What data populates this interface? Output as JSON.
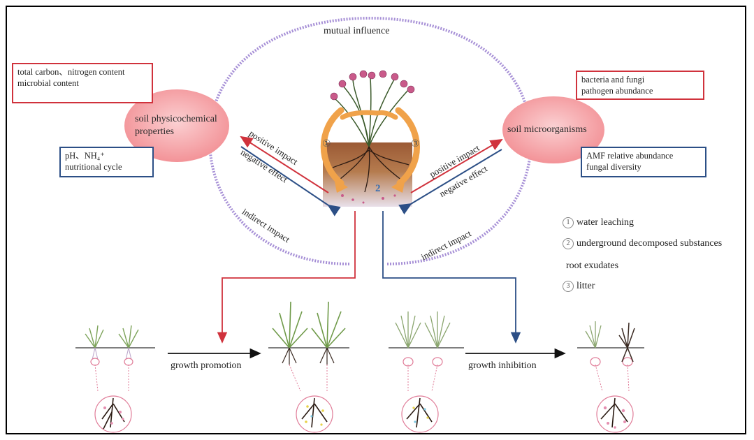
{
  "mutual_influence": "mutual influence",
  "left_node": {
    "label_line1": "soil physicochemical",
    "label_line2": "properties",
    "top_box": [
      "total carbon、nitrogen content",
      "microbial content"
    ],
    "bottom_box": [
      "pH、NH₄⁺",
      "nutritional cycle"
    ]
  },
  "right_node": {
    "label": "soil microorganisms",
    "top_box": [
      "bacteria and fungi",
      "pathogen abundance"
    ],
    "bottom_box": [
      "AMF relative abundance",
      "fungal diversity"
    ]
  },
  "arrows": {
    "left_positive": "positive impact",
    "left_negative": "negative effect",
    "left_indirect": "indirect impact",
    "right_positive": "positive impact",
    "right_negative": "negative effect",
    "right_indirect": "indirect impact"
  },
  "center_numbers": {
    "n1": "①",
    "n2": "2",
    "n3": "③"
  },
  "legend": [
    {
      "num": "1",
      "text": "water leaching"
    },
    {
      "num": "2",
      "text": "underground decomposed substances"
    },
    {
      "num": "",
      "text": "root exudates"
    },
    {
      "num": "3",
      "text": "litter"
    }
  ],
  "growth": {
    "promotion": "growth promotion",
    "inhibition": "growth inhibition"
  },
  "colors": {
    "red": "#d0323c",
    "blue": "#2c4f86",
    "ellipse_purple": "#a68fd6",
    "node_pink": "#f4a3a6",
    "orange_arrow": "#f0a24a"
  }
}
